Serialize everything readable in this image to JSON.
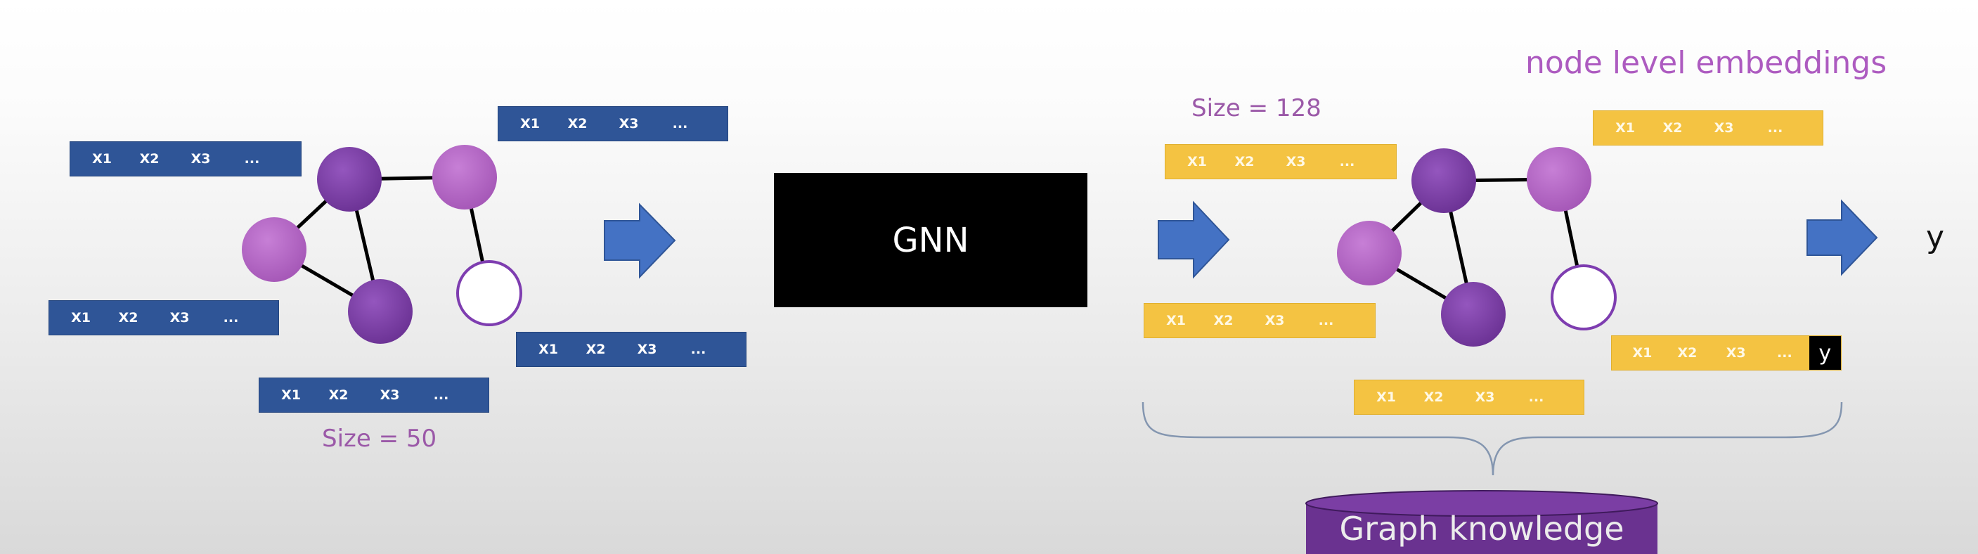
{
  "title": "node level embeddings",
  "gnn_label": "GNN",
  "output_label": "y",
  "graph_knowledge_label": "Graph knowledge",
  "input": {
    "size_label": "Size = 50",
    "feature_tokens": [
      "X1",
      "X2",
      "X3",
      "..."
    ]
  },
  "embedding": {
    "size_label": "Size = 128",
    "feature_tokens": [
      "X1",
      "X2",
      "X3",
      "..."
    ],
    "appended_label": "y"
  },
  "colors": {
    "input_bar": "#2f5597",
    "embedding_bar": "#f4c342",
    "node_dark": "#7b3fa6",
    "node_light": "#b165c2",
    "arrow": "#4472c4",
    "accent_text": "#9b59a8",
    "cylinder": "#6a3290"
  }
}
